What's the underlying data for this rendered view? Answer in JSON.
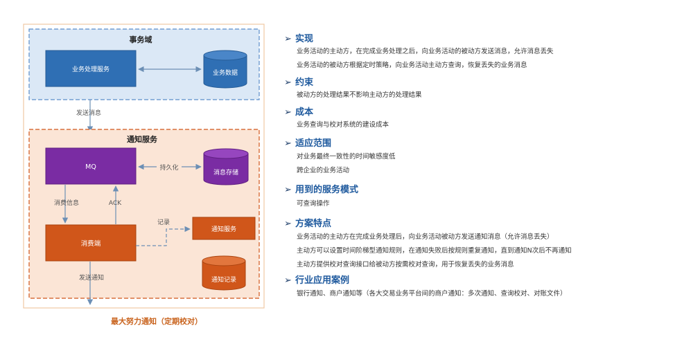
{
  "diagram": {
    "domain_area_label": "事务域",
    "business_service_label": "业务处理服务",
    "business_data_label": "业务数据",
    "send_message_label": "发送消息",
    "notification_area_label": "通知服务",
    "mq_label": "MQ",
    "persist_label": "持久化",
    "message_store_label": "消息存储",
    "consume_info_label": "消费信息",
    "ack_label": "ACK",
    "record_label": "记录",
    "notify_service_label": "通知服务",
    "consumer_label": "消费端",
    "notify_record_label": "通知记录",
    "send_notify_label": "发送通知",
    "caption": "最大努力通知（定期校对）"
  },
  "sections": [
    {
      "title": "实现",
      "lines": [
        "业务活动的主动方，在完成业务处理之后，向业务活动的被动方发送消息，允许消息丢失",
        "业务活动的被动方根据定时策略，向业务活动主动方查询，恢复丢失的业务消息"
      ]
    },
    {
      "title": "约束",
      "lines": [
        "被动方的处理结果不影响主动方的处理结果"
      ]
    },
    {
      "title": "成本",
      "lines": [
        "业务查询与校对系统的建设成本"
      ]
    },
    {
      "title": "适应范围",
      "lines": [
        "对业务最终一致性的时间敏感度低",
        "跨企业的业务活动"
      ]
    },
    {
      "title": "用到的服务模式",
      "lines": [
        "可查询操作"
      ]
    },
    {
      "title": "方案特点",
      "lines": [
        "业务活动的主动方在完成业务处理后，向业务活动被动方发送通知消息（允许消息丢失）",
        "主动方可以设置时间阶梯型通知规则，在通知失败后按规则重复通知，直到通知N次后不再通知",
        "主动方提供校对查询接口给被动方按需校对查询，用于恢复丢失的业务消息"
      ]
    },
    {
      "title": "行业应用案例",
      "lines": [
        "银行通知、商户通知等（各大交易业务平台间的商户通知：多次通知、查询校对、对账文件）"
      ]
    }
  ],
  "colors": {
    "accent_blue": "#1f5a9e",
    "box_blue": "#2f6fb4",
    "box_purple": "#7a2ca3",
    "box_orange": "#d0561a",
    "caption_orange": "#c9641f"
  }
}
